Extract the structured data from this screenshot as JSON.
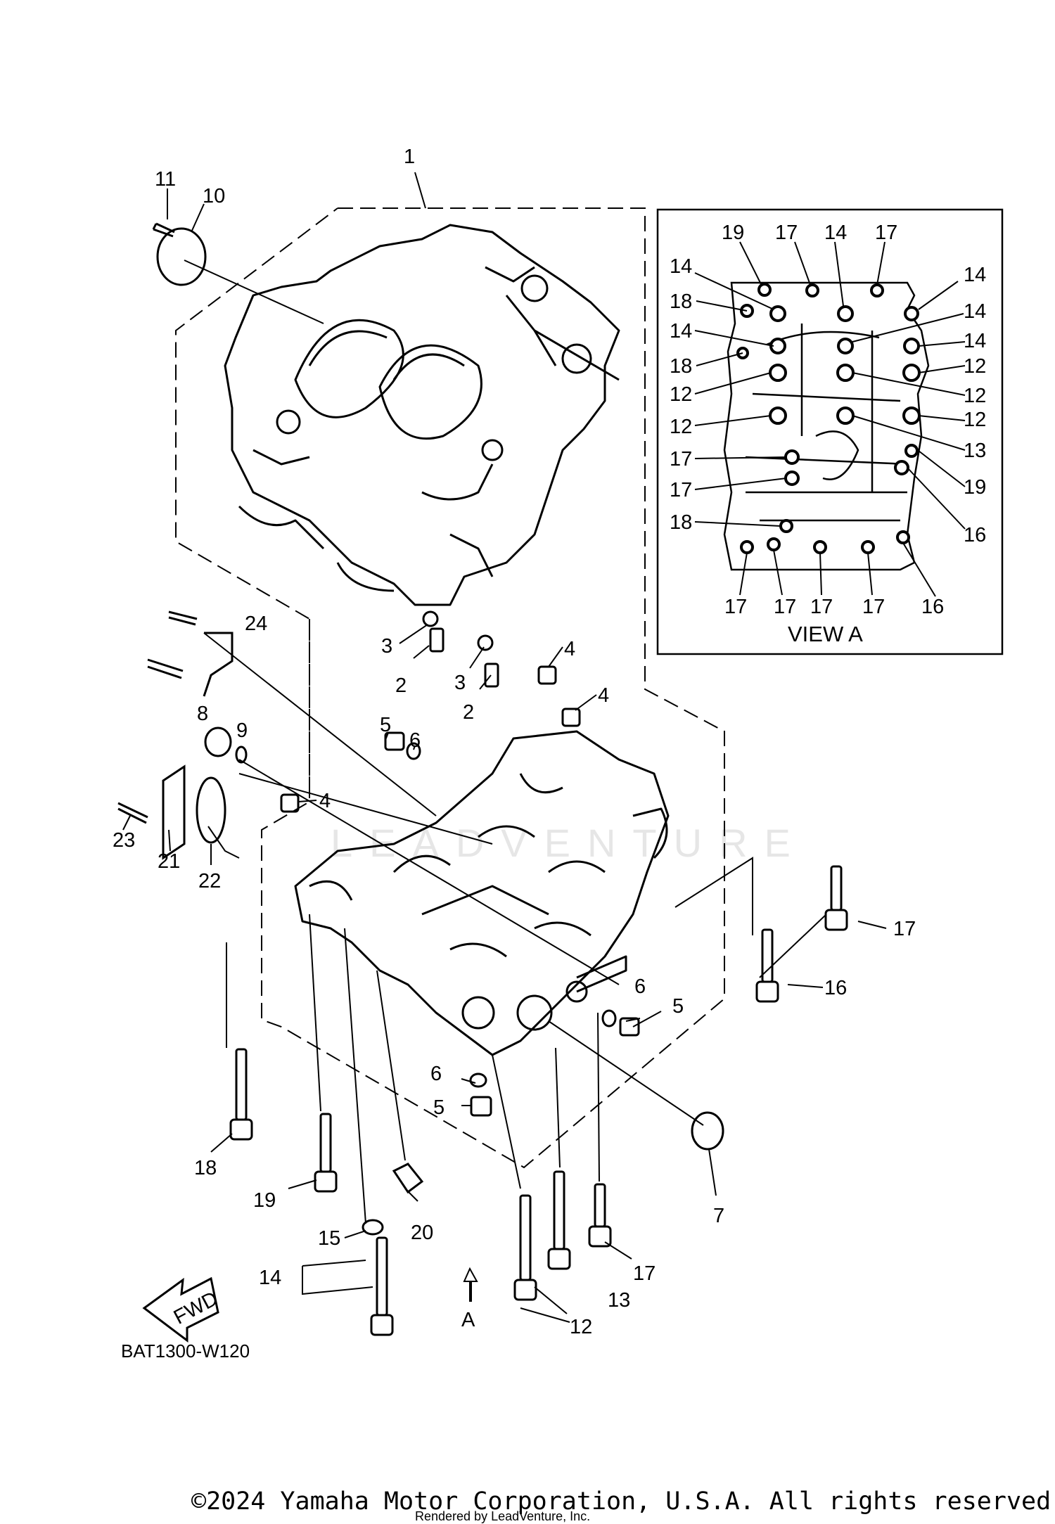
{
  "diagram": {
    "view_a_title": "VIEW A",
    "arrow_label": "A",
    "fwd_label": "FWD",
    "part_code": "BAT1300-W120",
    "watermark": "LEADVENTURE",
    "copyright": "©2024 Yamaha Motor Corporation, U.S.A. All rights reserved.",
    "rendered_by": "Rendered by LeadVenture, Inc.",
    "main_callouts": [
      "1",
      "2",
      "2",
      "3",
      "3",
      "4",
      "4",
      "4",
      "5",
      "5",
      "5",
      "6",
      "6",
      "6",
      "7",
      "8",
      "9",
      "10",
      "11",
      "12",
      "13",
      "14",
      "15",
      "16",
      "17",
      "17",
      "18",
      "19",
      "20",
      "21",
      "22",
      "23",
      "24"
    ],
    "view_a_callouts": [
      "19",
      "17",
      "14",
      "17",
      "14",
      "14",
      "18",
      "14",
      "14",
      "14",
      "18",
      "12",
      "12",
      "12",
      "12",
      "12",
      "17",
      "13",
      "17",
      "19",
      "18",
      "16",
      "17",
      "17",
      "17",
      "17",
      "16"
    ]
  }
}
